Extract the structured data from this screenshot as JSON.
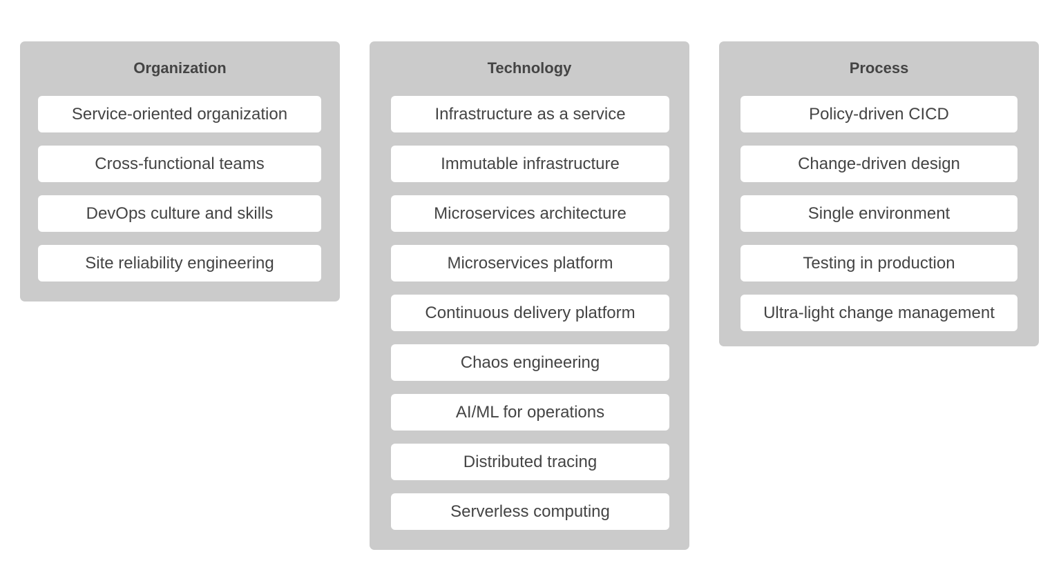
{
  "columns": [
    {
      "title": "Organization",
      "items": [
        "Service-oriented organization",
        "Cross-functional teams",
        "DevOps culture and skills",
        "Site reliability engineering"
      ]
    },
    {
      "title": "Technology",
      "items": [
        "Infrastructure as a service",
        "Immutable infrastructure",
        "Microservices architecture",
        "Microservices platform",
        "Continuous delivery platform",
        "Chaos engineering",
        "AI/ML for operations",
        "Distributed tracing",
        "Serverless computing"
      ]
    },
    {
      "title": "Process",
      "items": [
        "Policy-driven CICD",
        "Change-driven design",
        "Single environment",
        "Testing in production",
        "Ultra-light change management"
      ]
    }
  ],
  "colors": {
    "panel_background": "#cbcbcb",
    "item_background": "#ffffff",
    "text": "#444444"
  }
}
